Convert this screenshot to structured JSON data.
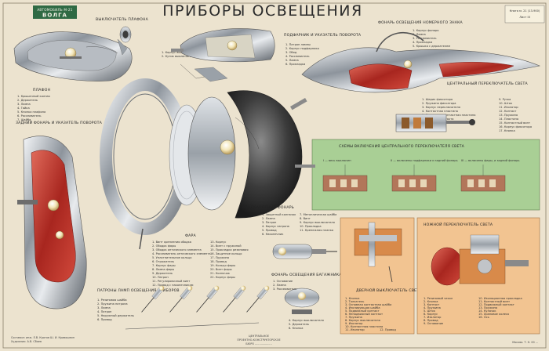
{
  "poster": {
    "badge": {
      "top": "АВТОМОБИЛЬ М-21",
      "bottom": "ВОЛГА"
    },
    "title": "ПРИБОРЫ ОСВЕЩЕНИЯ",
    "sheet_info": [
      "Книга м. 21 (13-900)",
      "Лист III"
    ],
    "footer_left": [
      "Составил: инж. Е.В. Кротов Ш. И. Кривошеин",
      "Художник: А.В. Сбоев"
    ],
    "footer_center": [
      "ЦЕНТРАЛЬНОЕ",
      "ПРОЕКТНО-КОНСТРУКТОРСКОЕ",
      "БЮРО ...................."
    ],
    "footer_right": [
      "Москва. Т. Н. 00 ..."
    ]
  },
  "sections": {
    "switch": {
      "title": "ВЫКЛЮЧАТЕЛЬ ПЛАФОНА",
      "items": [
        "1. Корпус выключателя",
        "2. Кутик выключателя"
      ]
    },
    "plafond": {
      "title": "ПЛАФОН",
      "items": [
        "1. Крышечный колпак",
        "2. Держатель",
        "3. Лампа",
        "4. Гайка",
        "5. Кнопка плафона",
        "6. Рассеиватель",
        "7. Шайба"
      ]
    },
    "rear_lamp": {
      "title": "ЗАДНИЙ ФОНАРЬ И УКАЗАТЕЛЬ ПОВОРОТА"
    },
    "turn_signal": {
      "title": "ПОДФАРНИК И УКАЗАТЕЛЬ ПОВОРОТА",
      "items": [
        "1. Патрон лампы",
        "2. Корпус подфарника",
        "3. Обод",
        "4. Рассеиватель",
        "5. Лампа",
        "6. Прокладка"
      ]
    },
    "plate_lamp": {
      "title": "ФОНАРЬ ОСВЕЩЕНИЯ НОМЕРНОГО ЗНАКА",
      "items": [
        "1. Корпус фонаря",
        "2. Лампа",
        "3. Рассеиватель",
        "4. Прокладка",
        "5. Крышка с держателем"
      ]
    },
    "central_switch": {
      "title": "ЦЕНТРАЛЬНЫЙ ПЕРЕКЛЮЧАТЕЛЬ СВЕТА",
      "items": [
        "1. Шарик фиксатора",
        "2. Пружина фиксатора",
        "3. Корпус переключателя",
        "4. Контактная пластина",
        "5. Подвижная контактная пластина",
        "6. Пружина контакта",
        "7. Термобиметаллический",
        "8. Колпачок",
        "9. Ручка",
        "10. Шток",
        "11. Изолятор",
        "12. Контакт",
        "13. Пружина",
        "14. Пластина",
        "15. Контактный винт",
        "16. Корпус фиксатора",
        "17. Кнопка"
      ]
    },
    "scheme": {
      "title": "СХЕМЫ ВКЛЮЧЕНИЯ ЦЕНТРАЛЬНОГО ПЕРЕКЛЮЧАТЕЛЯ СВЕТА",
      "captions": [
        "I — весь выключен",
        "II — включены подфарники и задний фонарь",
        "III — включены фары, и задний фонарь"
      ]
    },
    "headlamp": {
      "title": "ФАРА",
      "items_left": [
        "1. Винт крепления ободка",
        "2. Ободок фары",
        "3. Ободок оптического элемента",
        "4. Рассеиватель оптического элемента",
        "5. Уплотнительное кольцо",
        "6. Отражатель",
        "7. Корпус фары",
        "8. Лампа фары",
        "9. Держатель",
        "10. Патрон",
        "11. Регулировочный винт",
        "12. Провод с наконечником"
      ],
      "items_right": [
        "13. Корпус",
        "14. Винт с пружиной",
        "15. Прокладка резиновая",
        "16. Защитное кольцо",
        "17. Пружина",
        "18. Провод",
        "19. Кольцо фары",
        "20. Винт фары",
        "21. Колпачок",
        "22. Корпус фары"
      ]
    },
    "underhood": {
      "title": "ПОДКАПОТНЫЙ ФОНАРЬ",
      "items": [
        "1. Защитный колпачок",
        "2. Лампа",
        "3. Патрон",
        "4. Корпус патрона",
        "5. Провод",
        "6. Наконечник"
      ],
      "items_right": [
        "7. Металлическая шайба",
        "8. Винт",
        "9. Корпус выключателя",
        "10. Прокладка",
        "11. Крепежная планка"
      ]
    },
    "sockets": {
      "title": "ПАТРОНЫ ЛАМП ОСВЕЩЕНИЯ ПРИБОРОВ",
      "items": [
        "1. Резиновая шайба",
        "2. Пружина патрона",
        "3. Лампа",
        "4. Патрон",
        "5. Наружный держатель",
        "6. Провод"
      ]
    },
    "trunk_lamp": {
      "title": "ФОНАРЬ ОСВЕЩЕНИЯ БАГАЖНИКА",
      "items": [
        "1. Основание",
        "2. Лампа",
        "3. Рассеиватель"
      ],
      "items_right": [
        "4. Корпус выключателя",
        "5. Держатель",
        "6. Кнопка"
      ]
    },
    "door_switch": {
      "title": "ДВЕРНОЙ ВЫКЛЮЧАТЕЛЬ СВЕТА",
      "items": [
        "1. Кнопка",
        "2. Толкатель",
        "3. Основная контактная шайба",
        "4. Изолирующая шайба",
        "5. Подвижный контакт",
        "6. Неподвижный контакт",
        "7. Пружина",
        "8. Корпус выключателя",
        "9. Изолятор",
        "10. Контактная пластина",
        "11. Изолятор",
        "12. Провод"
      ]
    },
    "foot_switch": {
      "title": "НОЖНОЙ ПЕРЕКЛЮЧАТЕЛЬ СВЕТА",
      "items": [
        "1. Резиновый чехол",
        "2. Кнопка",
        "3. Контакт",
        "4. Пружина",
        "5. Шток",
        "6. Корпус",
        "7. Изолятор",
        "8. Провод",
        "9. Основание"
      ],
      "items_right": [
        "10. Изоляционная прокладка",
        "11. Контактный винт",
        "12. Подвижный контакт",
        "13. Пружина",
        "14. Кулачок",
        "15. Храповое колесо",
        "16. Ось"
      ]
    }
  },
  "colors": {
    "paper": "#ece3cf",
    "green_panel": "#a9cf95",
    "orange_panel": "#f2c491",
    "chrome": "#c9ccd0",
    "red_lens": "#b8342c",
    "dark_housing": "#3a3a3a"
  }
}
